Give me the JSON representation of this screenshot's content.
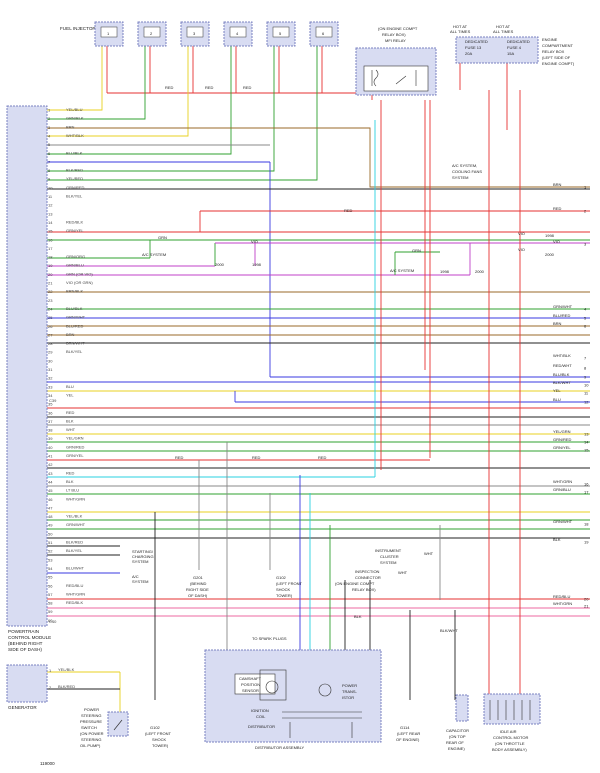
{
  "components": {
    "fuel_injectors": "FUEL INJECTORS",
    "injector_numbers": [
      "1",
      "2",
      "3",
      "4",
      "5",
      "6"
    ],
    "mfi_relay": [
      "(ON ENGINE COMPT",
      "RELAY BOX)",
      "MFI RELAY"
    ],
    "hot1": [
      "HOT AT",
      "ALL TIMES"
    ],
    "hot2": [
      "HOT AT",
      "ALL TIMES"
    ],
    "fuse13": [
      "DEDICATED",
      "FUSE 13",
      "20A"
    ],
    "fuse4": [
      "DEDICATED",
      "FUSE 4",
      "15A"
    ],
    "relay_box": [
      "ENGINE",
      "COMPARTMENT",
      "RELAY BOX",
      "(LEFT SIDE OF",
      "ENGINE COMPT)"
    ],
    "ac_cooling": [
      "A/C SYSTEM,",
      "COOLING FANS",
      "SYSTEM"
    ],
    "pcm": [
      "POWERTRAIN",
      "CONTROL MODULE",
      "(BEHIND RIGHT",
      "SIDE OF DASH)"
    ],
    "ac_system_1": "A/C SYSTEM",
    "ac_system_2": "A/C SYSTEM",
    "ac_system_3": [
      "A/C",
      "SYSTEM"
    ],
    "starting": [
      "STARTING/",
      "CHARGING",
      "SYSTEM"
    ],
    "g201": [
      "G201",
      "(BEHIND",
      "RIGHT SIDE",
      "OF DASH)"
    ],
    "g102a": [
      "G102",
      "(LEFT FRONT",
      "SHOCK",
      "TOWER)"
    ],
    "instrument": [
      "INSTRUMENT",
      "CLUSTER",
      "SYSTEM"
    ],
    "inspection": [
      "INSPECTION",
      "CONNECTOR",
      "(ON ENGINE COMPT",
      "RELAY BOX)"
    ],
    "spark": "TO SPARK PLUGS",
    "cam_sensor": [
      "CAMSHAFT",
      "POSITION",
      "SENSOR"
    ],
    "power_trans": [
      "POWER",
      "TRANS-",
      "ISTOR"
    ],
    "ignition_coil": [
      "IGNITION",
      "COIL"
    ],
    "distributor": "DISTRIBUTOR",
    "dist_assembly": "DISTRIBUTOR ASSEMBLY",
    "g102b": [
      "G102",
      "(LEFT FRONT",
      "SHOCK",
      "TOWER)"
    ],
    "g114": [
      "G114",
      "(LEFT REAR",
      "OF ENGINE)"
    ],
    "capacitor": [
      "CAPACITOR",
      "(ON TOP",
      "REAR OF",
      "ENGINE)"
    ],
    "iac": [
      "IDLE AIR",
      "CONTROL MOTOR",
      "(ON THROTTLE",
      "BODY ASSEMBLY)"
    ],
    "generator": "GENERATOR",
    "ps_switch": [
      "POWER",
      "STEERING",
      "PRESSURE",
      "SWITCH",
      "(ON POWER",
      "STEERING",
      "OIL PUMP)"
    ],
    "c39": "C39",
    "c40": "C40",
    "figure_id": "119000"
  },
  "pin_labels": [
    "YEL/BLU",
    "GRN/BLK",
    "BRN",
    "WHT/BLK",
    "",
    "BLU/BLK",
    "",
    "BLK/RED",
    "YEL/RED",
    "GRN/RED",
    "BLK/YEL",
    "",
    "",
    "RED/BLK",
    "GRN/YEL",
    "",
    "",
    "GRN/ORG",
    "GRN/BLU",
    "GRN (OR VIO)",
    "VIO (OR GRN)",
    "BRN/BLK",
    "",
    "BLU/BLK",
    "GRN/WHT",
    "BLU/RED",
    "BRN",
    "BRN/WHT",
    "BLK/YEL",
    "",
    "",
    "",
    "BLU",
    "YEL",
    "",
    "RED",
    "BLK",
    "WHT",
    "YEL/GRN",
    "GRN/RED",
    "GRN/YEL",
    "",
    "RED",
    "BLK",
    "LT BLU",
    "WHT/GRN",
    "",
    "YEL/BLK",
    "GRN/WHT",
    "",
    "BLK/RED",
    "BLK/YEL",
    "",
    "BLU/WHT",
    "",
    "RED/BLU",
    "WHT/GRN",
    "RED/BLK",
    "",
    ""
  ],
  "right_labels": [
    {
      "n": "1",
      "t": "BRN"
    },
    {
      "n": "2",
      "t": "RED"
    },
    {
      "n": "3",
      "t": "VIO"
    },
    {
      "n": "4",
      "t": "GRN/WHT"
    },
    {
      "n": "5",
      "t": "BLU/RED"
    },
    {
      "n": "6",
      "t": "BRN"
    },
    {
      "n": "7",
      "t": "WHT/BLK"
    },
    {
      "n": "8",
      "t": "RED/WHT"
    },
    {
      "n": "9",
      "t": "BLU/BLK"
    },
    {
      "n": "10",
      "t": "BLK/WHT"
    },
    {
      "n": "11",
      "t": "YEL"
    },
    {
      "n": "12",
      "t": "BLU"
    },
    {
      "n": "13",
      "t": "YEL/GRN"
    },
    {
      "n": "14",
      "t": "GRN/RED"
    },
    {
      "n": "15",
      "t": "GRN/YEL"
    },
    {
      "n": "16",
      "t": "WHT/GRN"
    },
    {
      "n": "17",
      "t": "GRN/BLU"
    },
    {
      "n": "18",
      "t": "GRN/WHT"
    },
    {
      "n": "19",
      "t": "BLK"
    },
    {
      "n": "20",
      "t": "RED/BLU"
    },
    {
      "n": "21",
      "t": "WHT/GRN"
    }
  ],
  "year_labels": {
    "y1998": "1998",
    "y2000": "2000"
  },
  "wire_labels": {
    "red": "RED",
    "grn": "GRN",
    "vio": "VIO",
    "blk": "BLK",
    "wht": "WHT",
    "blk_wht": "BLK/WHT",
    "blk_yel": "BLK/YEL",
    "blk_red": "BLK/RED",
    "blu_wht": "BLU/WHT",
    "red_blu": "RED/BLU",
    "red_wht": "RED/WHT",
    "yel_blk": "YEL/BLK"
  },
  "colors": {
    "red": "#e63232",
    "blue": "#3a3ae0",
    "green": "#2fa02f",
    "yellow": "#e8d020",
    "brown": "#9a6a2a",
    "violet": "#c040c8",
    "cyan": "#2ad0e0",
    "gray": "#888888",
    "black": "#222222",
    "pink": "#ee6aa0",
    "box": "#9ea6d6",
    "boxfill": "#d8dcf2"
  }
}
